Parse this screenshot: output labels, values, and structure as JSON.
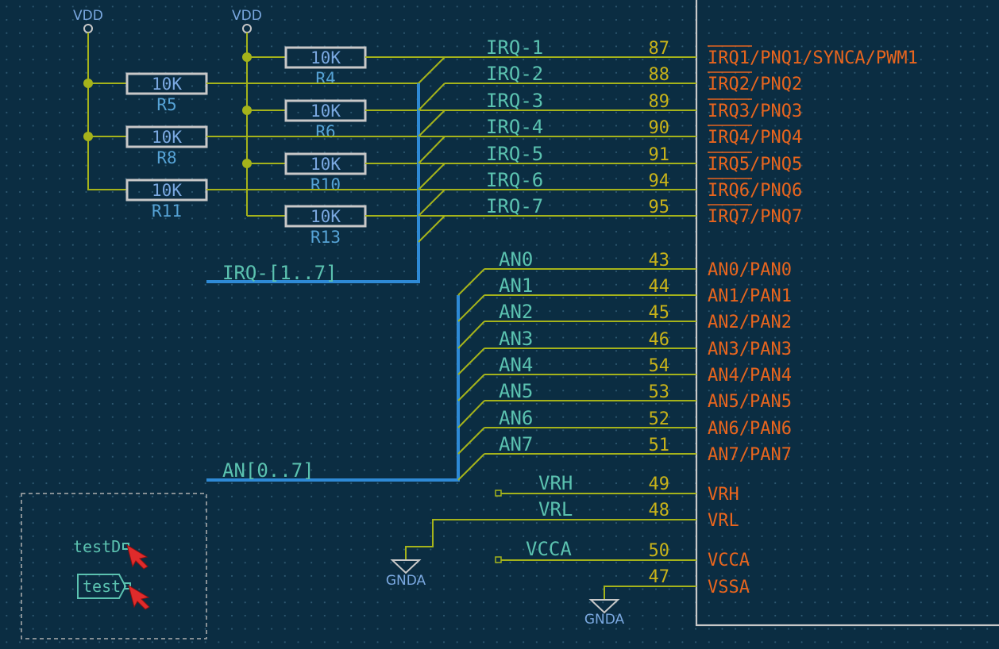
{
  "power": [
    {
      "id": "vdd1",
      "label": "VDD"
    },
    {
      "id": "vdd2",
      "label": "VDD"
    }
  ],
  "resistors": [
    {
      "ref": "R4",
      "value": "10K"
    },
    {
      "ref": "R5",
      "value": "10K"
    },
    {
      "ref": "R6",
      "value": "10K"
    },
    {
      "ref": "R8",
      "value": "10K"
    },
    {
      "ref": "R10",
      "value": "10K"
    },
    {
      "ref": "R11",
      "value": "10K"
    },
    {
      "ref": "R13",
      "value": "10K"
    }
  ],
  "irq_nets": [
    "IRQ-1",
    "IRQ-2",
    "IRQ-3",
    "IRQ-4",
    "IRQ-5",
    "IRQ-6",
    "IRQ-7"
  ],
  "irq_bus_label": "IRQ-[1..7]",
  "an_nets": [
    "AN0",
    "AN1",
    "AN2",
    "AN3",
    "AN4",
    "AN5",
    "AN6",
    "AN7"
  ],
  "an_bus_label": "AN[0..7]",
  "other_nets": {
    "vrh": "VRH",
    "vrl": "VRL",
    "vcca": "VCCA"
  },
  "ic_pins": [
    {
      "num": "87",
      "name": "IRQ1/PNQ1/SYNCA/PWM1",
      "overbar": "IRQ1"
    },
    {
      "num": "88",
      "name": "IRQ2/PNQ2",
      "overbar": "IRQ2"
    },
    {
      "num": "89",
      "name": "IRQ3/PNQ3",
      "overbar": "IRQ3"
    },
    {
      "num": "90",
      "name": "IRQ4/PNQ4",
      "overbar": "IRQ4"
    },
    {
      "num": "91",
      "name": "IRQ5/PNQ5",
      "overbar": "IRQ5"
    },
    {
      "num": "94",
      "name": "IRQ6/PNQ6",
      "overbar": "IRQ6"
    },
    {
      "num": "95",
      "name": "IRQ7/PNQ7",
      "overbar": "IRQ7"
    },
    {
      "num": "43",
      "name": "AN0/PAN0",
      "overbar": ""
    },
    {
      "num": "44",
      "name": "AN1/PAN1",
      "overbar": ""
    },
    {
      "num": "45",
      "name": "AN2/PAN2",
      "overbar": ""
    },
    {
      "num": "46",
      "name": "AN3/PAN3",
      "overbar": ""
    },
    {
      "num": "54",
      "name": "AN4/PAN4",
      "overbar": ""
    },
    {
      "num": "53",
      "name": "AN5/PAN5",
      "overbar": ""
    },
    {
      "num": "52",
      "name": "AN6/PAN6",
      "overbar": ""
    },
    {
      "num": "51",
      "name": "AN7/PAN7",
      "overbar": ""
    },
    {
      "num": "49",
      "name": "VRH",
      "overbar": ""
    },
    {
      "num": "48",
      "name": "VRL",
      "overbar": ""
    },
    {
      "num": "50",
      "name": "VCCA",
      "overbar": ""
    },
    {
      "num": "47",
      "name": "VSSA",
      "overbar": ""
    }
  ],
  "gnd": [
    {
      "id": "gnd1",
      "label": "GNDA"
    },
    {
      "id": "gnd2",
      "label": "GNDA"
    }
  ],
  "hier_labels": {
    "label1": "testD",
    "label2": "test"
  },
  "colors": {
    "background": "#0b2d42",
    "wire": "#a5b31b",
    "bus": "#2e8ad6",
    "pin_name": "#e8651e",
    "pin_number": "#c9b319",
    "net_label": "#5bc2b0"
  }
}
